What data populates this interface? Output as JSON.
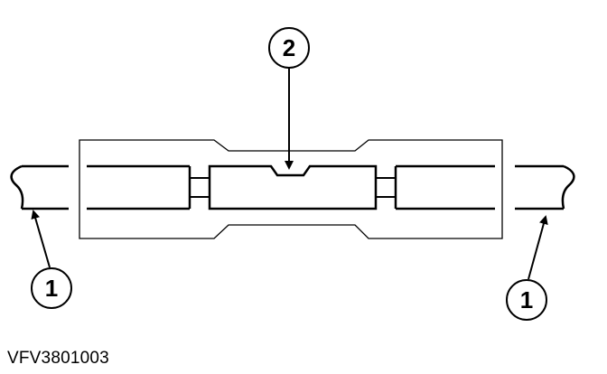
{
  "figure_id": "VFV3801003",
  "callouts": {
    "wire_left": "1",
    "splice_connector": "2",
    "wire_right": "1"
  },
  "colors": {
    "line": "#000000",
    "background": "#ffffff"
  }
}
